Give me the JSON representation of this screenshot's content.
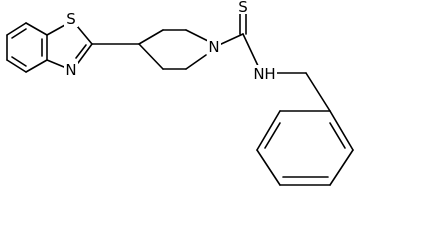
{
  "molecule": {
    "atoms": {
      "benzothiazole_sulfur": "S",
      "benzothiazole_nitrogen": "N",
      "piperidine_nitrogen": "N",
      "thione_sulfur": "S",
      "amide_nitrogen": "N",
      "amide_hydrogen": "H"
    }
  },
  "colors": {
    "bond": "#000000",
    "background": "#ffffff"
  }
}
